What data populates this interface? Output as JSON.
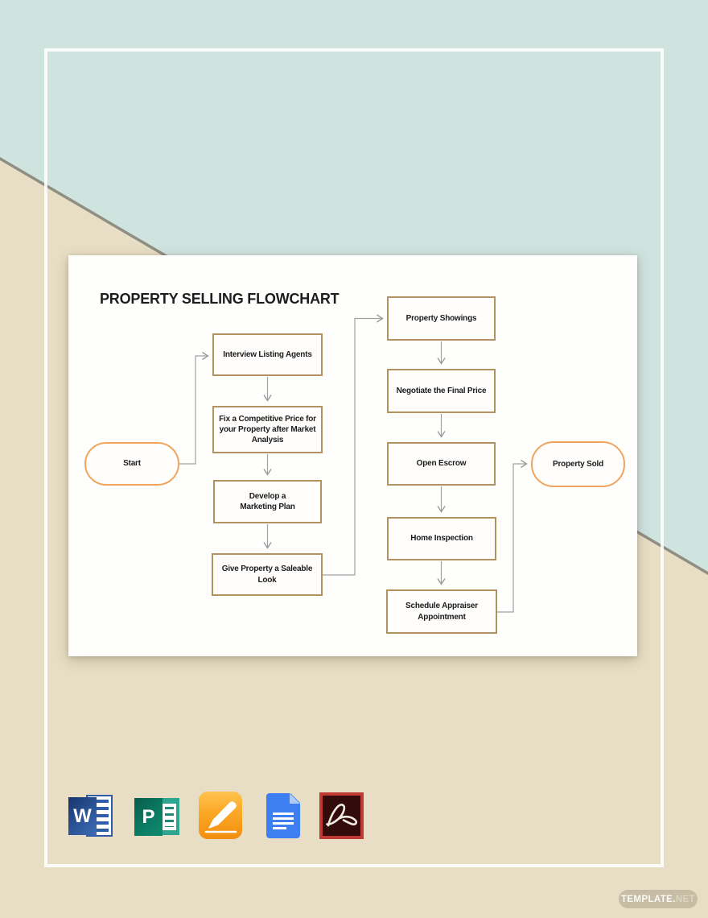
{
  "flowchart": {
    "title": "PROPERTY SELLING FLOWCHART",
    "nodes": {
      "start": "Start",
      "interview_listing_agents": "Interview Listing Agents",
      "fix_competitive_price": "Fix a Competitive Price for your Property after Market Analysis",
      "develop_marketing_plan": "Develop a Marketing Plan",
      "give_saleable_look": "Give Property a Saleable Look",
      "property_showings": "Property Showings",
      "negotiate_final_price": "Negotiate the Final Price",
      "open_escrow": "Open Escrow",
      "home_inspection": "Home Inspection",
      "schedule_appraiser": "Schedule Appraiser Appointment",
      "property_sold": "Property Sold"
    }
  },
  "footer": {
    "format_icons": [
      {
        "name": "microsoft-word-icon",
        "letter": "W"
      },
      {
        "name": "microsoft-publisher-icon",
        "letter": "P"
      },
      {
        "name": "apple-pages-icon"
      },
      {
        "name": "google-docs-icon"
      },
      {
        "name": "adobe-pdf-icon"
      }
    ],
    "watermark_bold": "TEMPLATE.",
    "watermark_light": "NET"
  },
  "colors": {
    "background_top": "#cfe3df",
    "background_bottom": "#e7dec5",
    "card": "#fefefc",
    "process_border": "#b2935f",
    "terminal_border": "#f0a55f",
    "connector": "#9a9a9a",
    "title_text": "#1d1d1d"
  }
}
